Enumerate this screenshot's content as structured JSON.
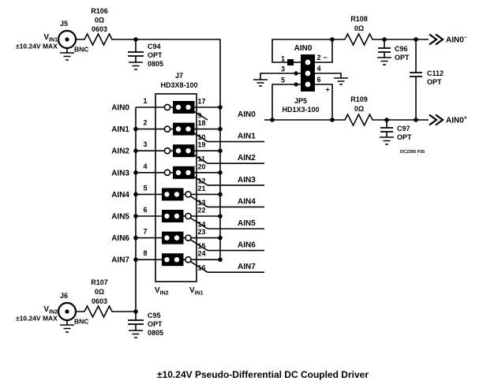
{
  "title": "±10.24V Pseudo-Differential DC Coupled Driver",
  "note": "DC2395 F05",
  "j5": {
    "ref": "J5",
    "sig": "V",
    "sig_sub": "IN1",
    "max": "±10.24V MAX",
    "conn": "BNC"
  },
  "j6": {
    "ref": "J6",
    "sig": "V",
    "sig_sub": "IN2",
    "max": "±10.24V MAX",
    "conn": "BNC"
  },
  "r106": {
    "ref": "R106",
    "val": "0Ω",
    "pkg": "0603"
  },
  "r107": {
    "ref": "R107",
    "val": "0Ω",
    "pkg": "0603"
  },
  "r108": {
    "ref": "R108",
    "val": "0Ω"
  },
  "r109": {
    "ref": "R109",
    "val": "0Ω"
  },
  "c94": {
    "ref": "C94",
    "val": "OPT",
    "pkg": "0805"
  },
  "c95": {
    "ref": "C95",
    "val": "OPT",
    "pkg": "0805"
  },
  "c96": {
    "ref": "C96",
    "val": "OPT"
  },
  "c97": {
    "ref": "C97",
    "val": "OPT"
  },
  "c112": {
    "ref": "C112",
    "val": "OPT"
  },
  "j7": {
    "ref": "J7",
    "part": "HD3X8-100",
    "col_left": {
      "base": "V",
      "sub": "IN2"
    },
    "col_right": {
      "base": "V",
      "sub": "IN1"
    },
    "rows": [
      {
        "name": "AIN0",
        "pin": "1",
        "pin_top": "17",
        "pin_mid": "9",
        "net": "AIN0",
        "shunt": "right"
      },
      {
        "name": "AIN1",
        "pin": "2",
        "pin_top": "18",
        "pin_mid": "10",
        "net": "AIN1",
        "shunt": "right"
      },
      {
        "name": "AIN2",
        "pin": "3",
        "pin_top": "19",
        "pin_mid": "11",
        "net": "AIN2",
        "shunt": "right"
      },
      {
        "name": "AIN3",
        "pin": "4",
        "pin_top": "20",
        "pin_mid": "12",
        "net": "AIN3",
        "shunt": "right"
      },
      {
        "name": "AIN4",
        "pin": "5",
        "pin_top": "21",
        "pin_mid": "13",
        "net": "AIN4",
        "shunt": "left"
      },
      {
        "name": "AIN5",
        "pin": "6",
        "pin_top": "22",
        "pin_mid": "14",
        "net": "AIN5",
        "shunt": "left"
      },
      {
        "name": "AIN6",
        "pin": "7",
        "pin_top": "23",
        "pin_mid": "15",
        "net": "AIN6",
        "shunt": "left"
      },
      {
        "name": "AIN7",
        "pin": "8",
        "pin_top": "24",
        "pin_mid": "16",
        "net": "AIN7",
        "shunt": "left"
      }
    ]
  },
  "jp5": {
    "ref": "JP5",
    "part": "HD1X3-100",
    "net": "AIN0",
    "p1": "1",
    "p2": "2",
    "p3": "3",
    "p4": "4",
    "p5": "5",
    "p6": "6",
    "minus": "−",
    "plus": "+"
  },
  "out_minus": {
    "base": "AIN0",
    "sup": "−"
  },
  "out_plus": {
    "base": "AIN0",
    "sup": "+"
  }
}
